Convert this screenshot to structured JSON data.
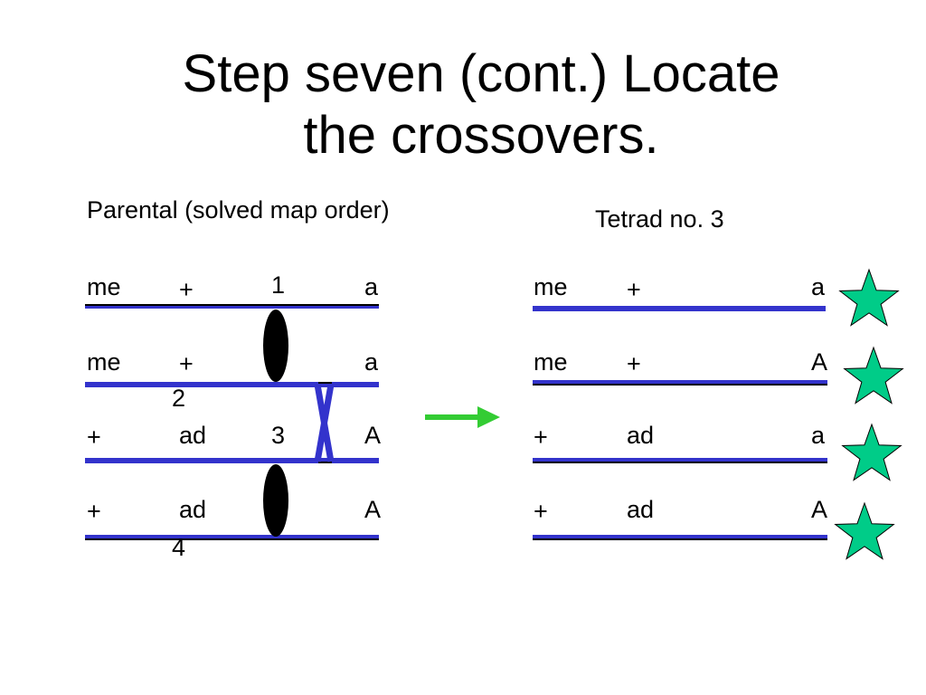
{
  "slide": {
    "title_line1": "Step seven (cont.) Locate",
    "title_line2": "the crossovers.",
    "parental_heading": "Parental (solved map order)",
    "tetrad_heading": "Tetrad no. 3"
  },
  "parental": {
    "chromatids": [
      {
        "col1": "me",
        "col2": "+",
        "col3": "a"
      },
      {
        "col1": "me",
        "col2": "+",
        "col3": "a"
      },
      {
        "col1": "+",
        "col2": "ad",
        "col3": "A"
      },
      {
        "col1": "+",
        "col2": "ad",
        "col3": "A"
      }
    ],
    "strand_numbers": [
      "1",
      "2",
      "3",
      "4"
    ]
  },
  "tetrad": {
    "chromatids": [
      {
        "col1": "me",
        "col2": "+",
        "col3": "a"
      },
      {
        "col1": "me",
        "col2": "+",
        "col3": "A"
      },
      {
        "col1": "+",
        "col2": "ad",
        "col3": "a"
      },
      {
        "col1": "+",
        "col2": "ad",
        "col3": "A"
      }
    ]
  },
  "icons": {
    "arrow": "right-arrow-icon",
    "star": "star-icon",
    "centromere": "centromere-oval",
    "crossover": "crossover-x"
  },
  "colors": {
    "chromatid_blue": "#3333cc",
    "arrow_green": "#33cc33",
    "star_fill": "#00cc88",
    "black": "#000000"
  }
}
